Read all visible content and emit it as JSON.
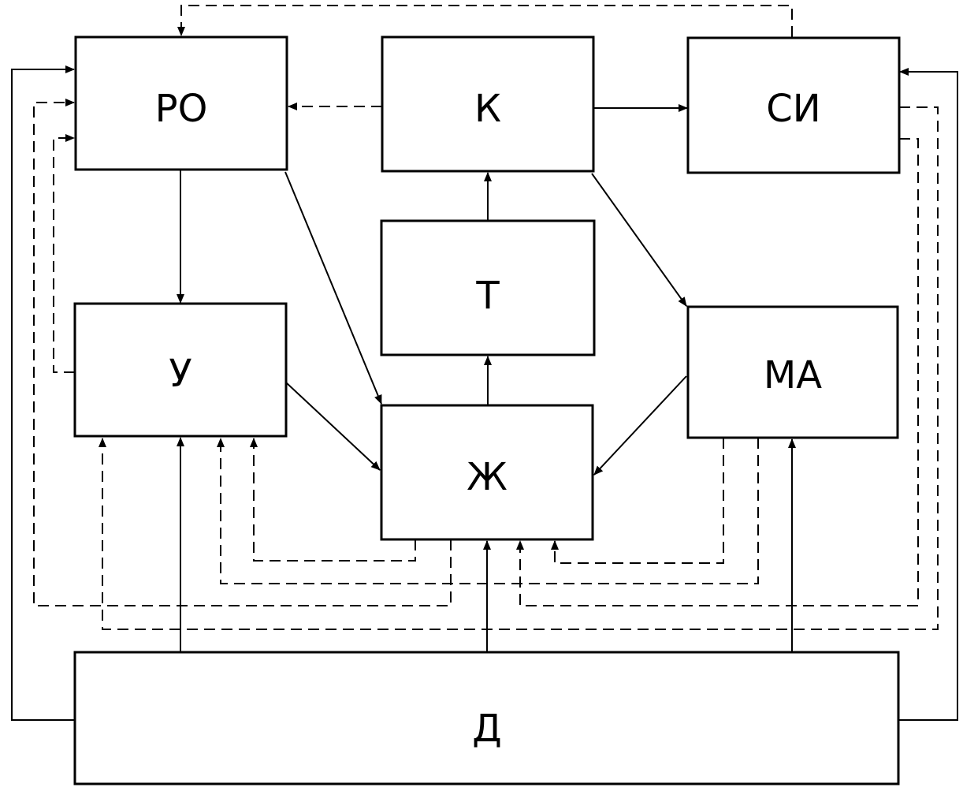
{
  "blocks": {
    "ro": "РО",
    "k": "К",
    "si": "СИ",
    "t": "Т",
    "u": "У",
    "ma": "МА",
    "zh": "Ж",
    "d": "Д"
  },
  "colors": {
    "stroke": "#000000",
    "background": "#ffffff"
  }
}
